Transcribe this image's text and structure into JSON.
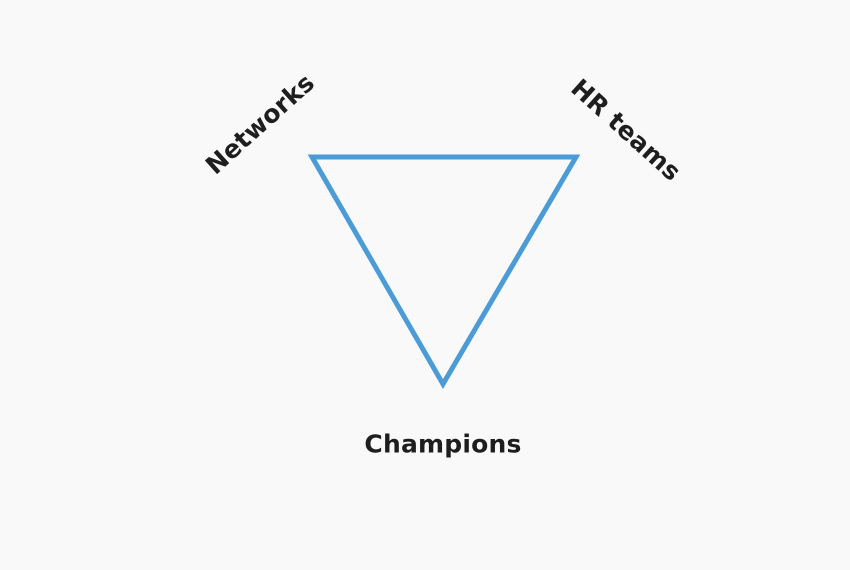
{
  "diagram": {
    "labels": {
      "networks": "Networks",
      "hr_teams": "HR teams",
      "champions": "Champions"
    },
    "colors": {
      "triangle_stroke": "#4a9bd6",
      "text": "#1e1e1e",
      "background": "#f9f9f9"
    }
  }
}
